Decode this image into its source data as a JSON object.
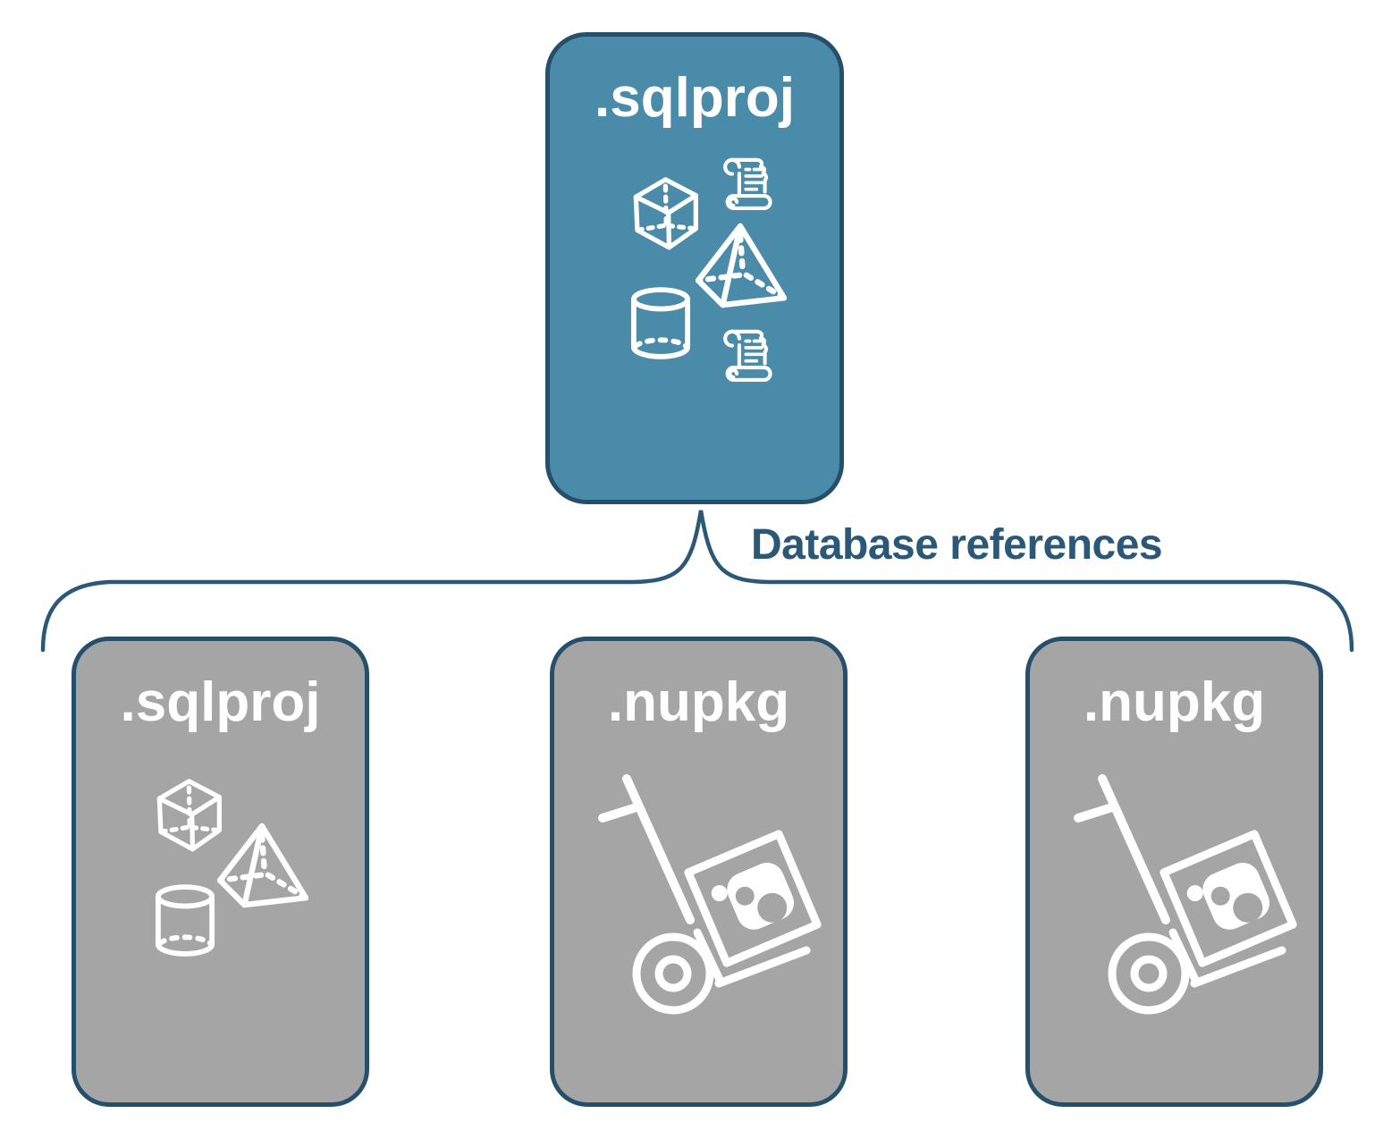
{
  "diagram": {
    "root_card": {
      "label": ".sqlproj",
      "icons": [
        "script-scroll",
        "cube",
        "pyramid",
        "cylinder",
        "script-scroll"
      ]
    },
    "connector": {
      "label": "Database references"
    },
    "child_cards": [
      {
        "label": ".sqlproj",
        "icons": [
          "cube",
          "pyramid",
          "cylinder"
        ]
      },
      {
        "label": ".nupkg",
        "icons": [
          "hand-truck-package"
        ]
      },
      {
        "label": ".nupkg",
        "icons": [
          "hand-truck-package"
        ]
      }
    ],
    "colors": {
      "root_card_fill": "#4A8BAA",
      "child_card_fill": "#A5A5A5",
      "card_border": "#254F6B",
      "connector_stroke": "#2C5878",
      "connector_text": "#2C5878",
      "card_label_text": "#FFFFFF"
    }
  }
}
